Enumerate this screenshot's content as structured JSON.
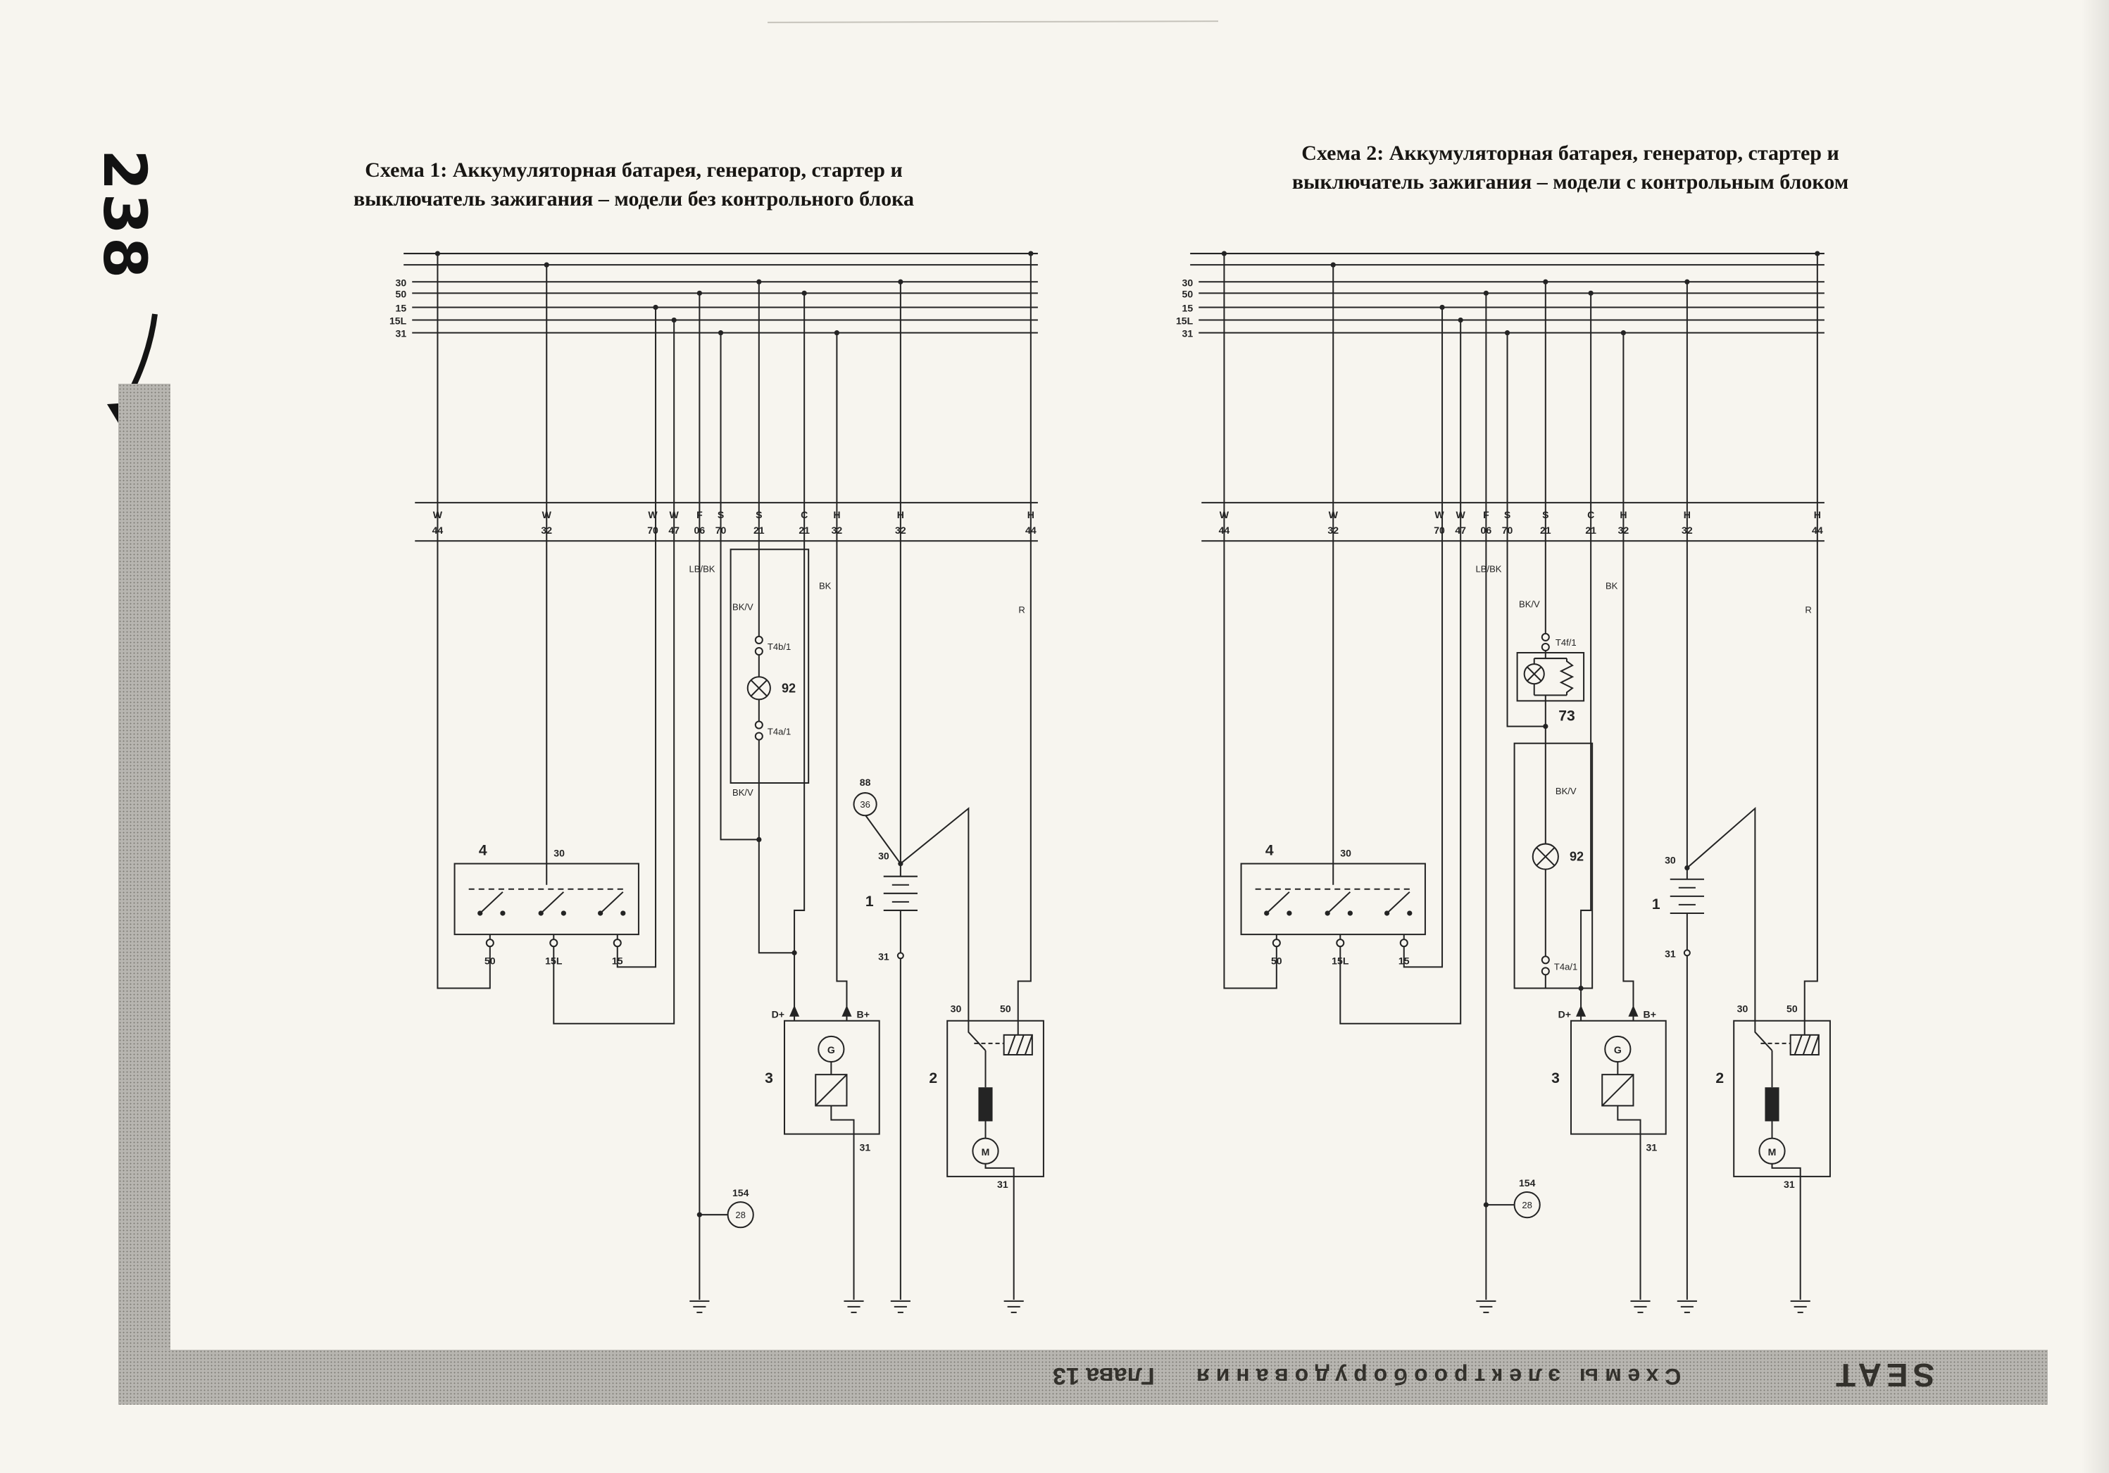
{
  "page": {
    "number": "238"
  },
  "titles": {
    "scheme1_line1": "Схема 1: Аккумуляторная батарея, генератор, стартер и",
    "scheme1_line2": "выключатель зажигания – модели без контрольного блока",
    "scheme2_line1": "Схема 2: Аккумуляторная батарея, генератор, стартер и",
    "scheme2_line2": "выключатель зажигания – модели с контрольным блоком"
  },
  "bottom_bar": {
    "chapter": "Глава 13",
    "label": "Схемы электрооборудования",
    "brand": "SEAT"
  },
  "colors": {
    "ink": "#242424",
    "paper": "#f7f5ef",
    "edge_bar": "#b7b5b0"
  },
  "diagram1": {
    "bus": [
      "30",
      "50",
      "15",
      "15L",
      "31"
    ],
    "letters": [
      "W",
      "W",
      "W",
      "W",
      "F",
      "S",
      "S",
      "C",
      "H",
      "H",
      "H"
    ],
    "numbers": [
      "44",
      "32",
      "70",
      "47",
      "06",
      "70",
      "21",
      "21",
      "32",
      "32",
      "44"
    ],
    "wire_lbbk": "LB/BK",
    "wire_bkv": "BK/V",
    "wire_bkv2": "BK/V",
    "wire_bk": "BK",
    "wire_r": "R",
    "t4b": "T4b/1",
    "t4a": "T4a/1",
    "lamp_id": "92",
    "conn88": "88",
    "conn36": "36",
    "conn154": "154",
    "conn28": "28",
    "ignition_id": "4",
    "ign_30": "30",
    "ign_50": "50",
    "ign_15l": "15L",
    "ign_15": "15",
    "battery_id": "1",
    "bat_30": "30",
    "bat_31": "31",
    "gen_id": "3",
    "gen_dplus": "D+",
    "gen_bplus": "B+",
    "gen_g": "G",
    "gen_31": "31",
    "starter_id": "2",
    "st_30": "30",
    "st_50": "50",
    "st_m": "M",
    "st_31": "31"
  },
  "diagram2": {
    "bus": [
      "30",
      "50",
      "15",
      "15L",
      "31"
    ],
    "letters": [
      "W",
      "W",
      "W",
      "W",
      "F",
      "S",
      "S",
      "C",
      "H",
      "H",
      "H"
    ],
    "numbers": [
      "44",
      "32",
      "70",
      "47",
      "06",
      "70",
      "21",
      "21",
      "32",
      "32",
      "44"
    ],
    "wire_lbbk": "LB/BK",
    "wire_bkv": "BK/V",
    "wire_bkv2": "BK/V",
    "wire_bk": "BK",
    "wire_r": "R",
    "t4f": "T4f/1",
    "box73_id": "73",
    "t4a": "T4a/1",
    "lamp_id": "92",
    "conn154": "154",
    "conn28": "28",
    "ignition_id": "4",
    "ign_30": "30",
    "ign_50": "50",
    "ign_15l": "15L",
    "ign_15": "15",
    "battery_id": "1",
    "bat_30": "30",
    "bat_31": "31",
    "gen_id": "3",
    "gen_dplus": "D+",
    "gen_bplus": "B+",
    "gen_g": "G",
    "gen_31": "31",
    "starter_id": "2",
    "st_30": "30",
    "st_50": "50",
    "st_m": "M",
    "st_31": "31"
  }
}
